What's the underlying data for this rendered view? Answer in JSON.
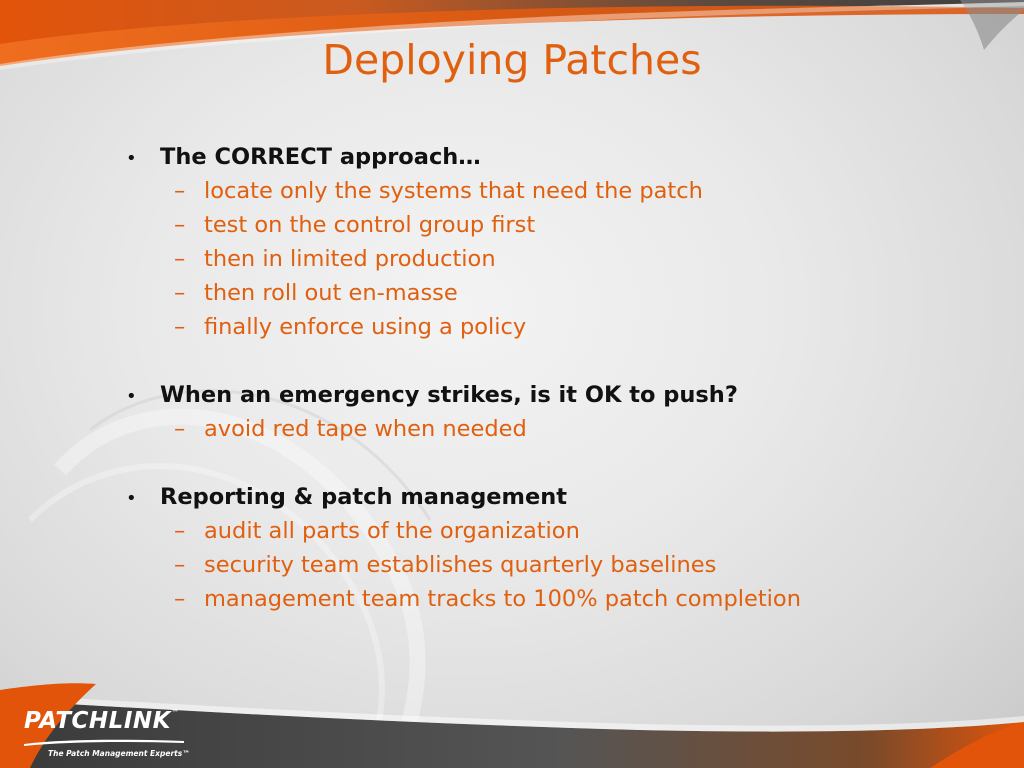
{
  "slide": {
    "title": "Deploying Patches",
    "sections": [
      {
        "heading": "The CORRECT approach…",
        "items": [
          "locate only the systems that need the patch",
          "test on the control group first",
          "then in limited production",
          "then roll out en-masse",
          "finally enforce using a policy"
        ]
      },
      {
        "heading": "When an emergency strikes, is it OK to push?",
        "items": [
          "avoid red tape when needed"
        ]
      },
      {
        "heading": "Reporting & patch management",
        "items": [
          "audit all parts of the organization",
          "security team establishes quarterly baselines",
          "management team tracks to 100% patch completion"
        ]
      }
    ],
    "bullet_glyph": "•",
    "dash_glyph": "–"
  },
  "logo": {
    "wordmark": "PATCHLINK",
    "trademark": "™",
    "tagline": "The Patch Management Experts™"
  },
  "colors": {
    "accent": "#e0600f",
    "heading_text": "#111111",
    "band_dark": "#4a4a4a"
  }
}
